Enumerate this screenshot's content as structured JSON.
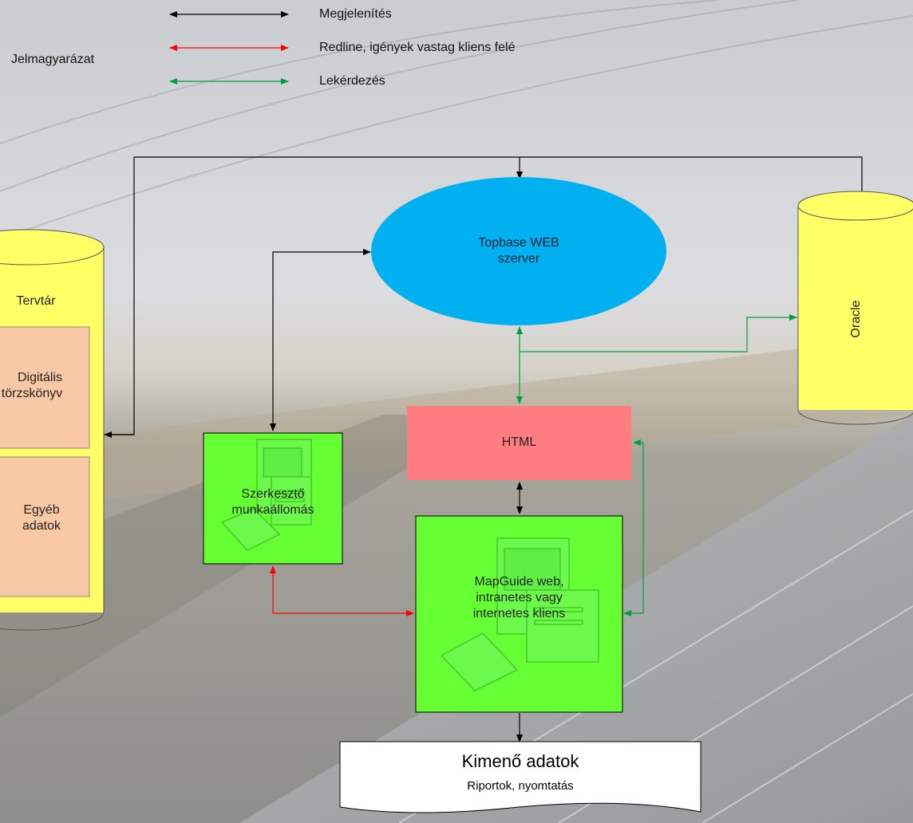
{
  "legend": {
    "title": "Jelmagyarázat",
    "items": [
      {
        "label": "Megjelenítés",
        "color": "#000000"
      },
      {
        "label": "Redline, igények vastag kliens felé",
        "color": "#ff0000"
      },
      {
        "label": "Lekérdezés",
        "color": "#00a040"
      }
    ]
  },
  "nodes": {
    "topbase": {
      "line1": "Topbase WEB",
      "line2": "szerver",
      "color": "#00b0f0"
    },
    "oracle": {
      "label": "Oracle",
      "color": "#ffff66"
    },
    "tervtar": {
      "title": "Tervtár",
      "color": "#ffff66",
      "digitalis": {
        "line1": "Digitális",
        "line2": "törzskönyv"
      },
      "egyeb": {
        "line1": "Egyéb",
        "line2": "adatok"
      },
      "inner_color": "#f9c9a5"
    },
    "html": {
      "label": "HTML",
      "color": "#ff7c80"
    },
    "szerkeszto": {
      "line1": "Szerkesztő",
      "line2": "munkaállomás",
      "color": "#66ff33"
    },
    "mapguide": {
      "line1": "MapGuide web,",
      "line2": "intranetes vagy",
      "line3": "internetes kliens",
      "color": "#66ff33"
    },
    "kimeno": {
      "title": "Kimenő adatok",
      "subtitle": "Riportok, nyomtatás"
    }
  }
}
